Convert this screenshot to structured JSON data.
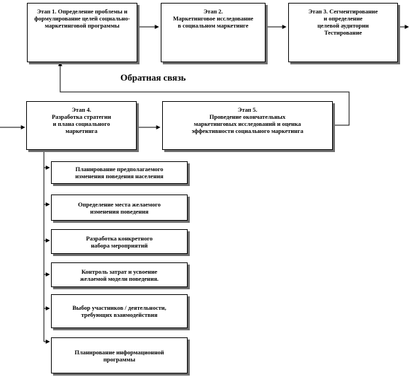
{
  "stages": {
    "stage1": "Этап 1. Определение проблемы и формулирование целей социально-маркетинговой программы",
    "stage2": "Этап 2.\nМаркетинговое исследование\nв социальном маркетинге",
    "stage3": "Этап 3. Сегментирование\nи определение\nцелевой аудитории\nТестирование",
    "stage4": "Этап 4.\nРазработка стратегии\nи плана социального\nмаркетинга",
    "stage5": "Этап 5.\nПроведение окончательных\nмаркетинговых исследований и оценка\nэффективности социального маркетинга"
  },
  "feedback_label": "Обратная связь",
  "sub_steps": [
    "Планирование предполагаемого\nизменения поведения населения",
    "Определение места желаемого\nизменения поведения",
    "Разработка конкретного\nнабора мероприятий",
    "Контроль затрат и усвоение\nжелаемой модели поведения.",
    "Выбор участников / деятельности,\nтребующих взаимодействия",
    "Планирование информационной\nпрограммы"
  ]
}
